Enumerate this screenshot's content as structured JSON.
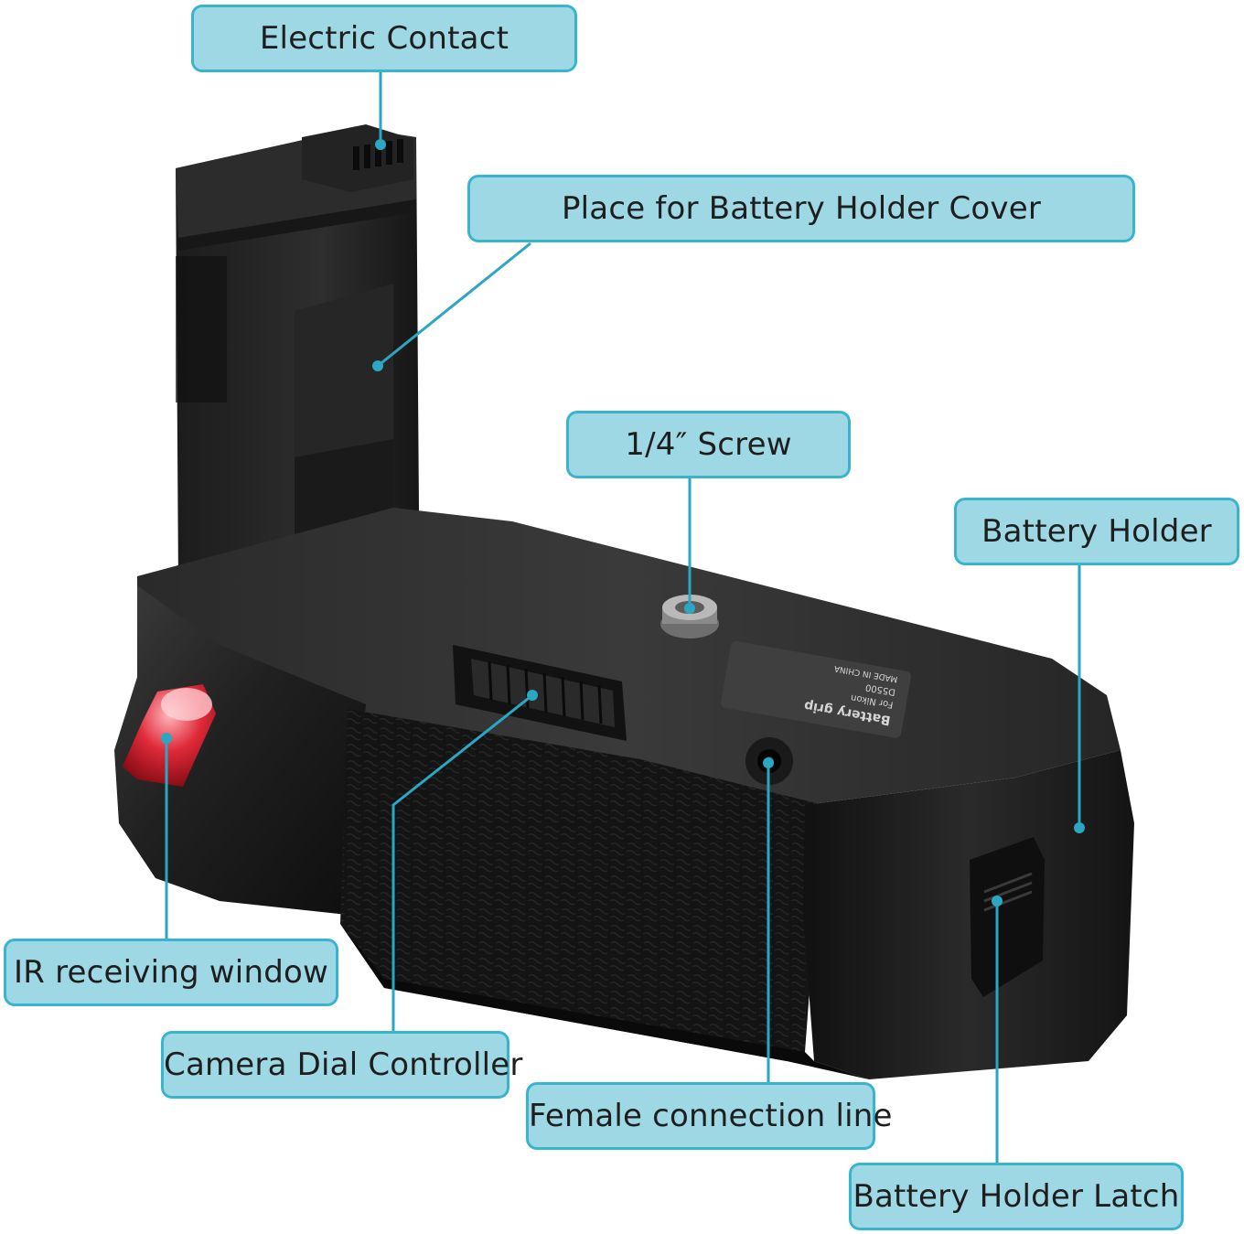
{
  "product": {
    "body_color": "#1b1b1b",
    "highlight_color": "#3a3a3a",
    "ir_window_color": "#d3212f",
    "plate_text": [
      "Battery grip",
      "For Nikon",
      "D5500",
      "MADE IN CHINA"
    ]
  },
  "callouts": {
    "electric_contact": "Electric Contact",
    "battery_cover_place": "Place for Battery Holder Cover",
    "screw": "1/4″ Screw",
    "battery_holder": "Battery Holder",
    "ir_window": "IR receiving window",
    "dial_controller": "Camera Dial Controller",
    "female_line": "Female connection line",
    "holder_latch": "Battery Holder Latch"
  },
  "style": {
    "callout_fill": "#9fd8e5",
    "callout_border": "#39b4cf",
    "leader_color": "#2ba6c3"
  }
}
